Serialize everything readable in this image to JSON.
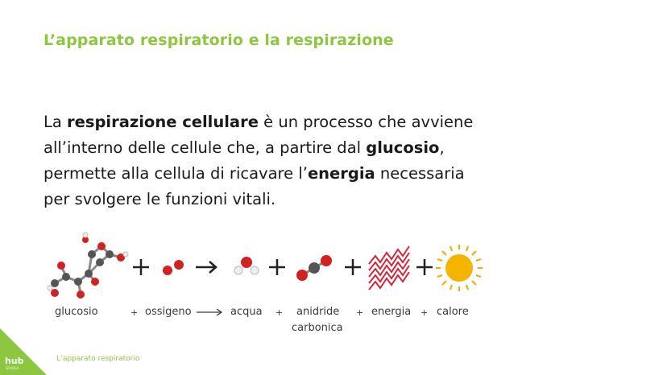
{
  "slide": {
    "title": "L’apparato respiratorio e la respirazione",
    "paragraph": {
      "p1": "La ",
      "b1": "respirazione cellulare",
      "p2": " è un processo che avviene all’interno delle cellule che, a partire dal ",
      "b2": "glucosio",
      "p3": ", permette alla cellula di ricavare l’",
      "b3": "energia",
      "p4": " necessaria per svolgere le funzioni vitali."
    }
  },
  "equation": {
    "labels": {
      "glucose": "glucosio",
      "plus1": "+",
      "oxygen": "ossigeno",
      "water": "acqua",
      "plus2": "+",
      "co2_line1": "anidride",
      "co2_line2": "carbonica",
      "plus3": "+",
      "energy": "energia",
      "plus4": "+",
      "heat": "calore"
    }
  },
  "brand": {
    "logo_text": "hub",
    "logo_sub": "SCUOLA",
    "accent": "#8dc63f"
  },
  "footer": {
    "text": "L’apparato respiratorio"
  }
}
